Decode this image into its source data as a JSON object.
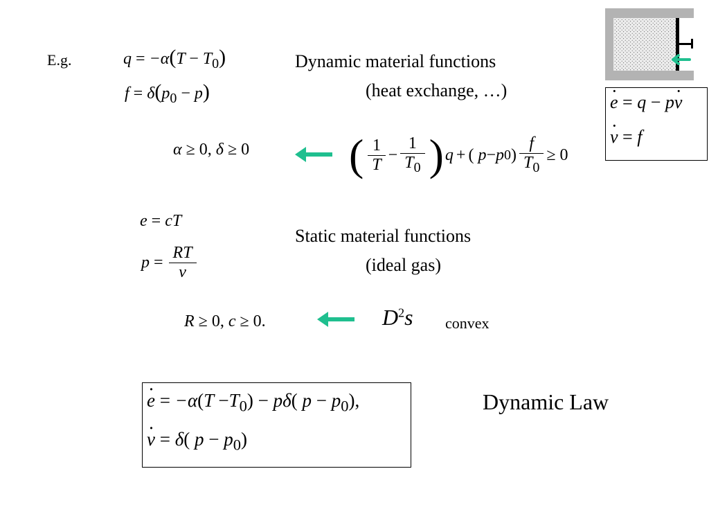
{
  "slide": {
    "example_label": "E.g.",
    "dynamic_heading": {
      "line1": "Dynamic material functions",
      "line2": "(heat exchange, …)"
    },
    "static_heading": {
      "line1": "Static material functions",
      "line2": "(ideal gas)"
    },
    "convex_label": "convex",
    "dynamic_law_label": "Dynamic Law"
  },
  "equations": {
    "q_relation": "q = −α(T − T₀)",
    "f_relation": "f = δ(p₀ − p)",
    "alpha_delta_condition": "α ≥ 0, δ ≥ 0",
    "dissipation_inequality": "(1/T − 1/T₀) q + (p − p₀) f/T₀ ≥ 0",
    "energy_relation": "e = cT",
    "pressure_relation": "p = RT/v",
    "r_c_condition": "R ≥ 0, c ≥ 0.",
    "hessian_entropy": "D²s",
    "top_right_box": [
      "ė = q − pv̇",
      "v̇ = f"
    ],
    "dynamic_law_box": [
      "ė = −α(T − T₀) − pδ(p − p₀),",
      "v̇ = δ(p − p₀)"
    ]
  },
  "colors": {
    "arrow": "#1fbf8f",
    "piston_wall": "#b3b3b3",
    "gas_fill": "#e6e6e6"
  }
}
